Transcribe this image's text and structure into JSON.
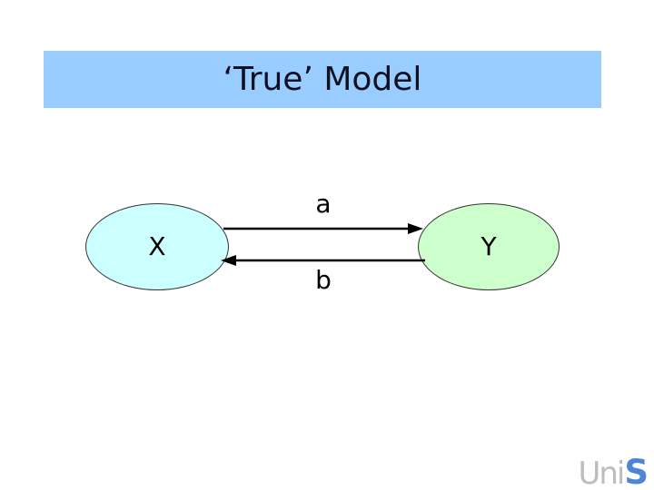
{
  "slide": {
    "title": "‘True’ Model",
    "colors": {
      "banner_bg": "#99ccff",
      "title_text": "#101020",
      "node_x_fill": "#ccffff",
      "node_y_fill": "#ccffcc",
      "node_border": "#333333",
      "arrow": "#000000"
    }
  },
  "diagram": {
    "nodes": [
      {
        "id": "X",
        "label": "X"
      },
      {
        "id": "Y",
        "label": "Y"
      }
    ],
    "edges": [
      {
        "label": "a",
        "from": "X",
        "to": "Y",
        "direction": "right"
      },
      {
        "label": "b",
        "from": "Y",
        "to": "X",
        "direction": "left"
      }
    ]
  },
  "logo": {
    "text_gray": "Uni",
    "text_blue": "S",
    "gray_color": "#bdbdbd",
    "blue_color": "#4e85d6"
  }
}
